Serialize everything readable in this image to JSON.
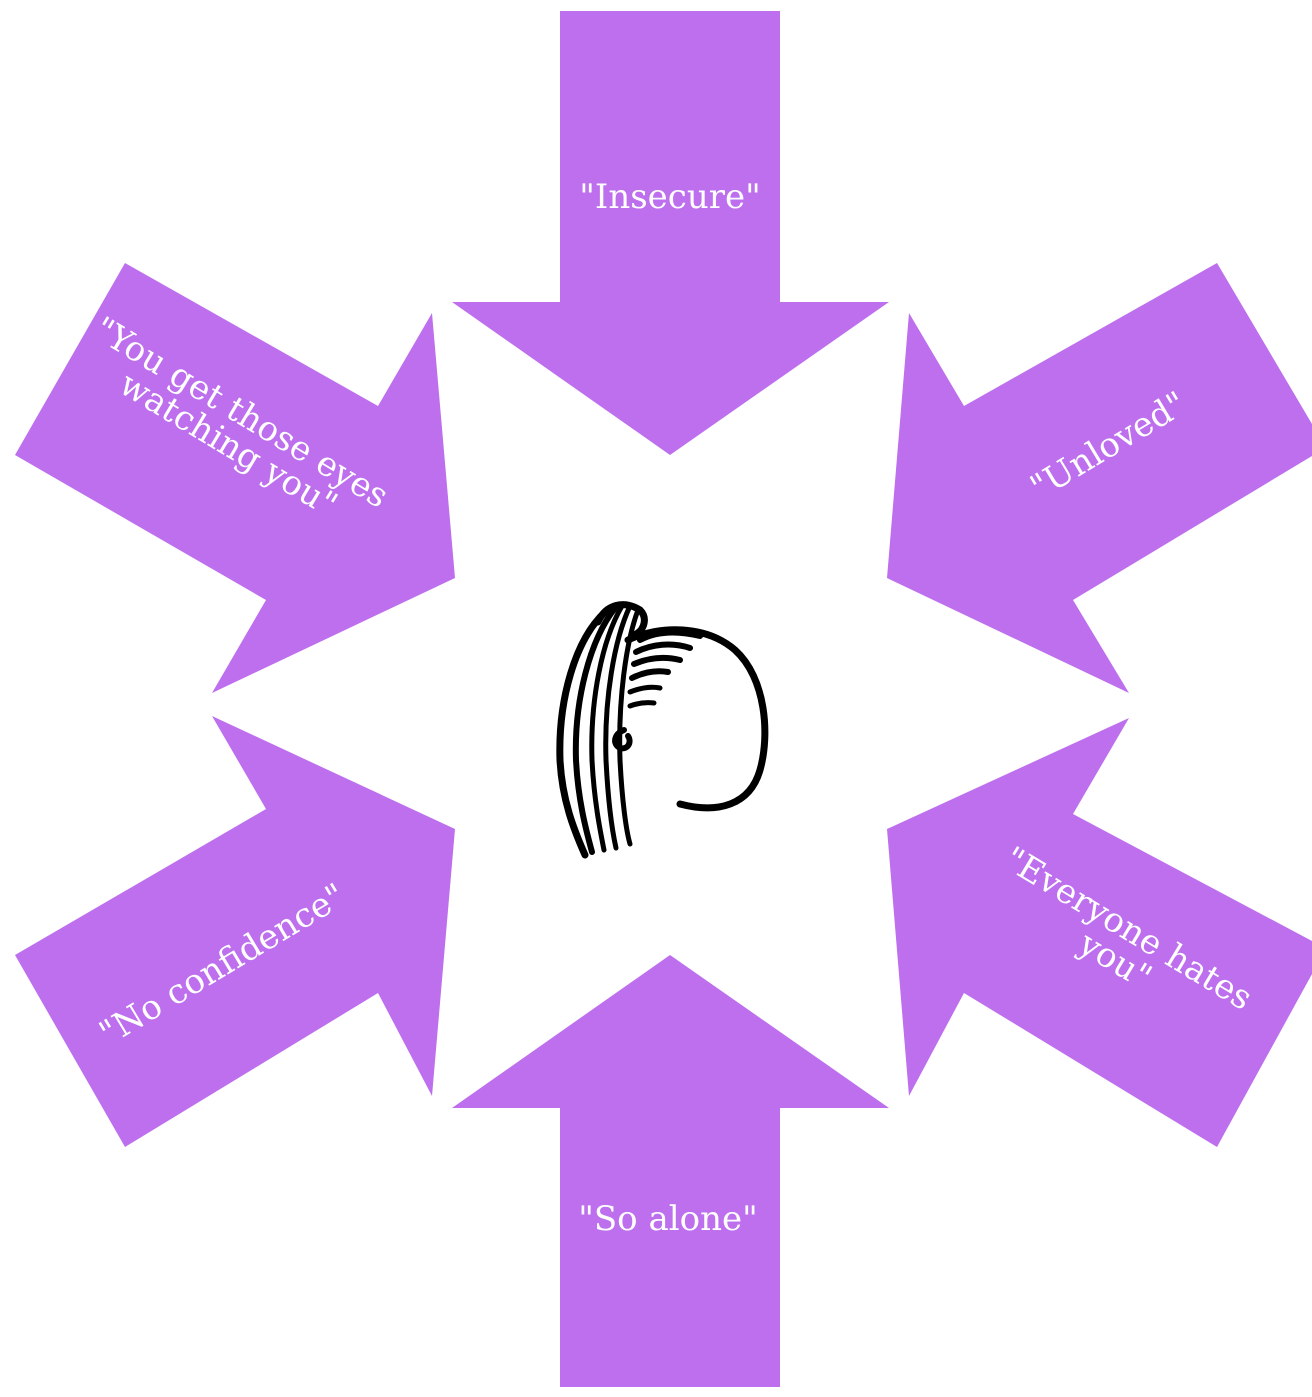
{
  "colors": {
    "arrow_fill": "#bd6fee",
    "label_text": "#ffffff",
    "icon_stroke": "#000000",
    "background": "#ffffff"
  },
  "arrows": [
    {
      "id": "top",
      "lines": [
        "\"Insecure\""
      ]
    },
    {
      "id": "upper-right",
      "lines": [
        "\"Unloved\""
      ]
    },
    {
      "id": "lower-right",
      "lines": [
        "\"Everyone hates",
        "you\""
      ]
    },
    {
      "id": "bottom",
      "lines": [
        "\"So alone\""
      ]
    },
    {
      "id": "lower-left",
      "lines": [
        "\"No confidence\""
      ]
    },
    {
      "id": "upper-left",
      "lines": [
        "\"You get those eyes",
        "watching you\""
      ]
    }
  ],
  "center_icon": "girl-ponytail-head-icon"
}
